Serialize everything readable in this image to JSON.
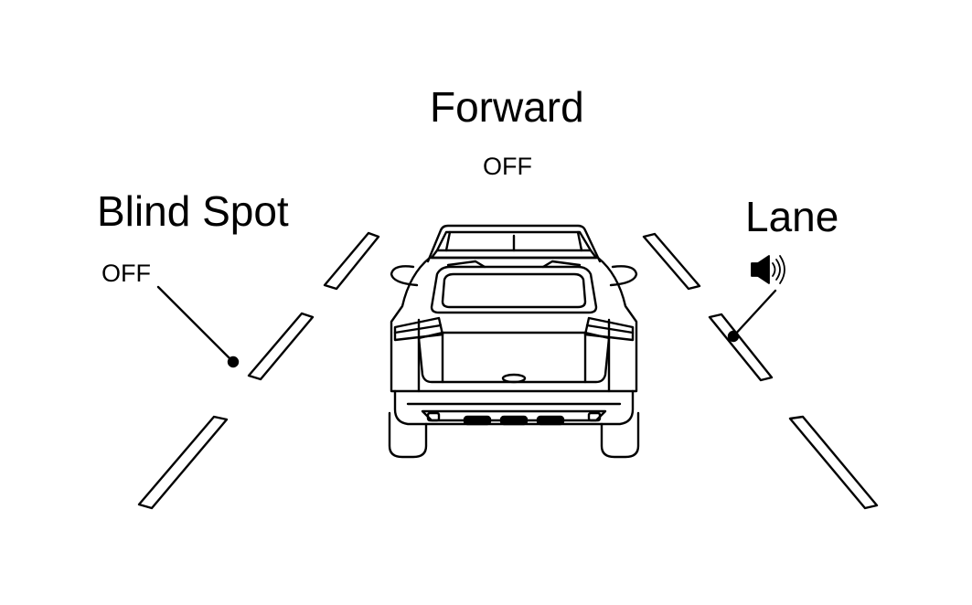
{
  "forward": {
    "label": "Forward",
    "status": "OFF"
  },
  "blind_spot": {
    "label": "Blind Spot",
    "status": "OFF"
  },
  "lane": {
    "label": "Lane",
    "status_icon": "speaker-sound-icon"
  },
  "colors": {
    "line": "#000000",
    "background": "#ffffff"
  }
}
